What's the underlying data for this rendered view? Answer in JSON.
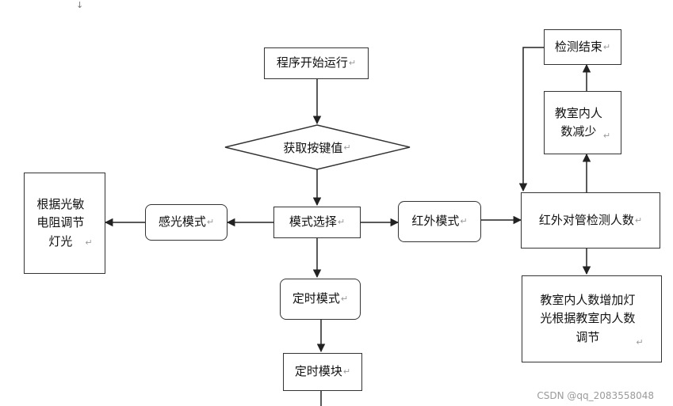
{
  "top_mark": "↓",
  "return_symbol": "↵",
  "nodes": {
    "start": "程序开始运行",
    "get_key": "获取按键值",
    "mode_select": "模式选择",
    "light_mode": "感光模式",
    "light_adjust": "根据光敏\n电阻调节\n灯光",
    "ir_mode": "红外模式",
    "ir_count": "红外对管检测人数",
    "decrease": "教室内人\n数减少",
    "end_detect": "检测结束",
    "increase": "教室内人数增加灯\n光根据教室内人数\n调节",
    "timer_mode": "定时模式",
    "timer_module": "定时模块"
  },
  "watermark": "CSDN @qq_2083558048"
}
